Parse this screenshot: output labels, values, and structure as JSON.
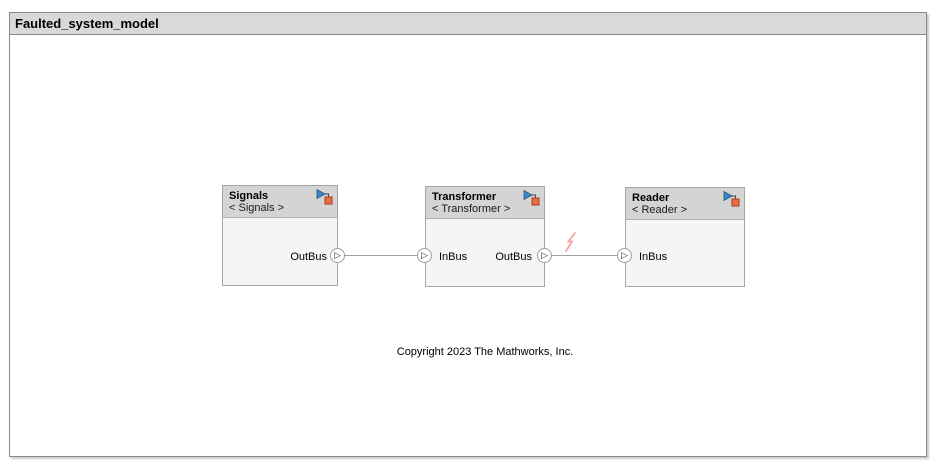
{
  "window": {
    "title": "Faulted_system_model"
  },
  "canvas": {
    "annotation": "Copyright 2023 The Mathworks, Inc."
  },
  "icons": {
    "port_glyph": "▷",
    "block_badge": "component-link-badge",
    "fault_badge": "fault-lightning"
  },
  "colors": {
    "titlebar_bg": "#d9d9d9",
    "frame_border": "#8a8a8a",
    "block_header_bg": "#d4d4d4",
    "block_body_bg": "#f5f5f5",
    "block_border": "#a6a6a6",
    "signal_line": "#a0a0a0",
    "badge_blue": "#3d85c8",
    "badge_orange": "#ed6c43",
    "fault_pink": "#efa6a6"
  },
  "blocks": [
    {
      "name": "Signals",
      "subtitle": "< Signals >",
      "ports": [
        {
          "label": "OutBus",
          "side": "right"
        }
      ]
    },
    {
      "name": "Transformer",
      "subtitle": "< Transformer >",
      "ports": [
        {
          "label": "InBus",
          "side": "left"
        },
        {
          "label": "OutBus",
          "side": "right"
        }
      ]
    },
    {
      "name": "Reader",
      "subtitle": "< Reader >",
      "ports": [
        {
          "label": "InBus",
          "side": "left"
        }
      ]
    }
  ],
  "connections": [
    {
      "from": "Signals/OutBus",
      "to": "Transformer/InBus",
      "fault": false
    },
    {
      "from": "Transformer/OutBus",
      "to": "Reader/InBus",
      "fault": true
    }
  ]
}
